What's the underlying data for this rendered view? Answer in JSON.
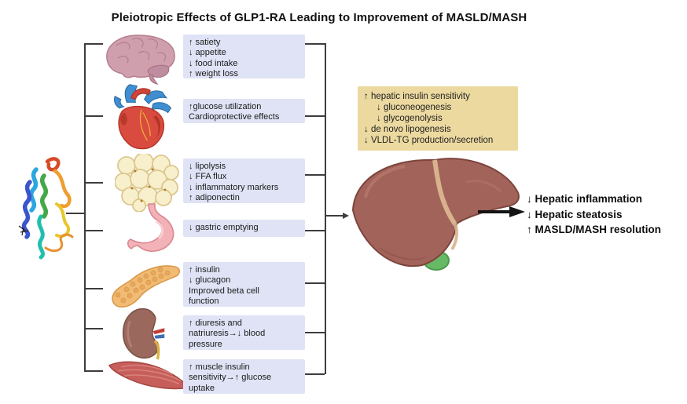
{
  "title": "Pleiotropic Effects of GLP1-RA Leading to Improvement of MASLD/MASH",
  "boxes": [
    {
      "organ": "brain",
      "lines": [
        "↑ satiety",
        "↓ appetite",
        "↓ food intake",
        "↑ weight loss"
      ]
    },
    {
      "organ": "heart",
      "lines": [
        "↑glucose utilization",
        "Cardioprotective effects"
      ]
    },
    {
      "organ": "adipose-tissue",
      "lines": [
        "↓ lipolysis",
        "↓ FFA flux",
        "↓ inflammatory markers",
        "↑ adiponectin"
      ]
    },
    {
      "organ": "stomach",
      "lines": [
        "↓ gastric emptying"
      ]
    },
    {
      "organ": "pancreas",
      "lines": [
        "↑ insulin",
        "↓ glucagon",
        "Improved beta cell",
        "function"
      ]
    },
    {
      "organ": "kidney",
      "lines": [
        "↑ diuresis and",
        "natriuresis→↓ blood",
        "pressure"
      ]
    },
    {
      "organ": "muscle",
      "lines": [
        "↑ muscle insulin",
        "sensitivity→↑ glucose",
        "uptake"
      ]
    }
  ],
  "hepatic": {
    "lines": [
      "↑ hepatic insulin sensitivity",
      "↓ gluconeogenesis",
      "↓ glycogenolysis",
      "↓ de novo lipogenesis",
      "↓ VLDL-TG production/secretion"
    ]
  },
  "outcomes": {
    "lines": [
      "↓ Hepatic inflammation",
      "↓ Hepatic steatosis",
      "↑ MASLD/MASH resolution"
    ]
  },
  "icons": [
    "glp1ra-protein-icon",
    "brain-icon",
    "heart-icon",
    "adipose-tissue-icon",
    "stomach-icon",
    "pancreas-icon",
    "kidney-icon",
    "muscle-icon",
    "liver-icon",
    "gallbladder-icon"
  ],
  "colors": {
    "effect_box_bg": "#dfe3f5",
    "hepatic_box_bg": "#ecd9a0",
    "connector_line": "#3d3d3d",
    "liver": "#a2635a",
    "gallbladder": "#68b966",
    "outcome_text": "#0d0d0d"
  }
}
